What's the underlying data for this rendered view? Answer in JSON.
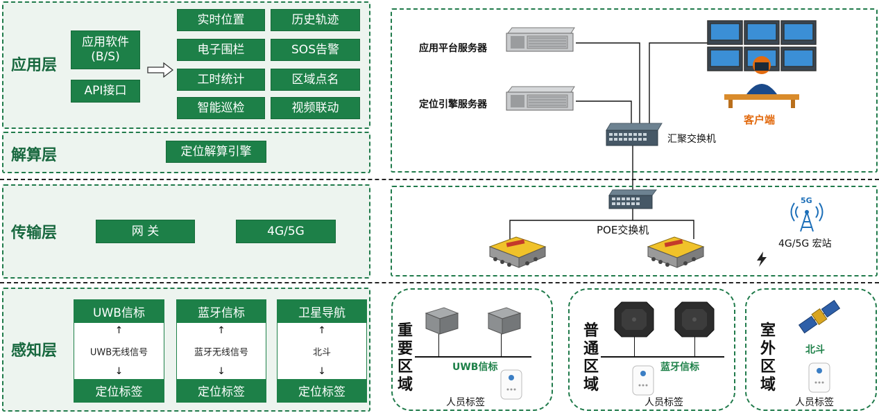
{
  "layers": {
    "application": {
      "title": "应用层",
      "software_label": "应用软件\n(B/S)",
      "api_label": "API接口",
      "functions": [
        "实时位置",
        "历史轨迹",
        "电子围栏",
        "SOS告警",
        "工时统计",
        "区域点名",
        "智能巡检",
        "视频联动"
      ]
    },
    "calculation": {
      "title": "解算层",
      "engine_label": "定位解算引擎"
    },
    "transmission": {
      "title": "传输层",
      "gateway_label": "网 关",
      "network_label": "4G/5G"
    },
    "perception": {
      "title": "感知层",
      "columns": [
        {
          "top": "UWB信标",
          "mid": "UWB无线信号",
          "bottom": "定位标签"
        },
        {
          "top": "蓝牙信标",
          "mid": "蓝牙无线信号",
          "bottom": "定位标签"
        },
        {
          "top": "卫星导航",
          "mid": "北斗",
          "bottom": "定位标签"
        }
      ]
    }
  },
  "right": {
    "app_server": "应用平台服务器",
    "loc_server": "定位引擎服务器",
    "agg_switch": "汇聚交换机",
    "client": "客户端",
    "poe_switch": "POE交换机",
    "base_station": "4G/5G 宏站",
    "icon_5g": "5G",
    "zones": [
      {
        "name": [
          "重",
          "要",
          "区",
          "域"
        ],
        "beacon": "UWB信标",
        "tag": "人员标签"
      },
      {
        "name": [
          "普",
          "通",
          "区",
          "域"
        ],
        "beacon": "蓝牙信标",
        "tag": "人员标签"
      },
      {
        "name": [
          "室",
          "外",
          "区",
          "域"
        ],
        "beacon": "北斗",
        "tag": "人员标签"
      }
    ]
  },
  "colors": {
    "primary_green": "#1d8048",
    "panel_bg": "#edf4ef",
    "client_orange": "#e26b10"
  }
}
